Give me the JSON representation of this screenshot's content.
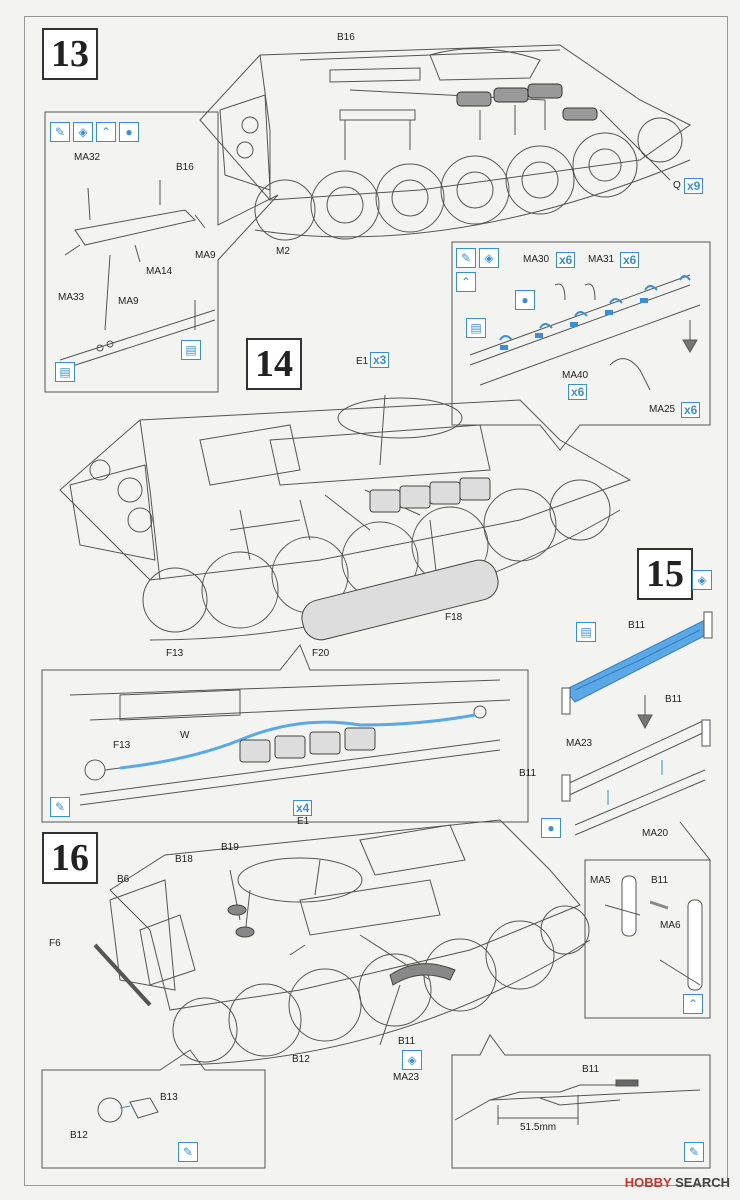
{
  "steps": {
    "s13": "13",
    "s14": "14",
    "s15": "15",
    "s16": "16"
  },
  "parts": {
    "B16_top": "B16",
    "MA32": "MA32",
    "B16_inset": "B16",
    "MA14": "MA14",
    "MA9_a": "MA9",
    "MA9_b": "MA9",
    "MA33": "MA33",
    "M2": "M2",
    "Q": "Q",
    "MA30": "MA30",
    "MA31": "MA31",
    "MA40": "MA40",
    "MA25": "MA25",
    "E1_14": "E1",
    "F18": "F18",
    "F13": "F13",
    "F20": "F20",
    "F13_detail": "F13",
    "W": "W",
    "B11_15a": "B11",
    "B11_15b": "B11",
    "MA23_15": "MA23",
    "B11_15c": "B11",
    "MA20": "MA20",
    "MA5": "MA5",
    "B11_15d": "B11",
    "MA6": "MA6",
    "E1_16": "E1",
    "B18": "B18",
    "B19": "B19",
    "B6": "B6",
    "F6": "F6",
    "B12": "B12",
    "B11_16": "B11",
    "MA23_16": "MA23",
    "B13": "B13",
    "B12_detail": "B12",
    "B11_detail": "B11"
  },
  "quantities": {
    "q9": "x9",
    "q6_ma30": "x6",
    "q6_ma31": "x6",
    "q6_ma40": "x6",
    "q6_ma25": "x6",
    "q3": "x3",
    "q4": "x4"
  },
  "dimension": "51.5mm",
  "watermark": {
    "brand": "HOBBY",
    "rest": "SEARCH"
  },
  "colors": {
    "accent": "#3a8fd4",
    "line": "#555555",
    "highlight": "#5aa8e6"
  },
  "icons": [
    "glue-icon",
    "paint-icon",
    "bend-icon",
    "align-icon",
    "both-sides-icon",
    "photo-etch-icon"
  ]
}
